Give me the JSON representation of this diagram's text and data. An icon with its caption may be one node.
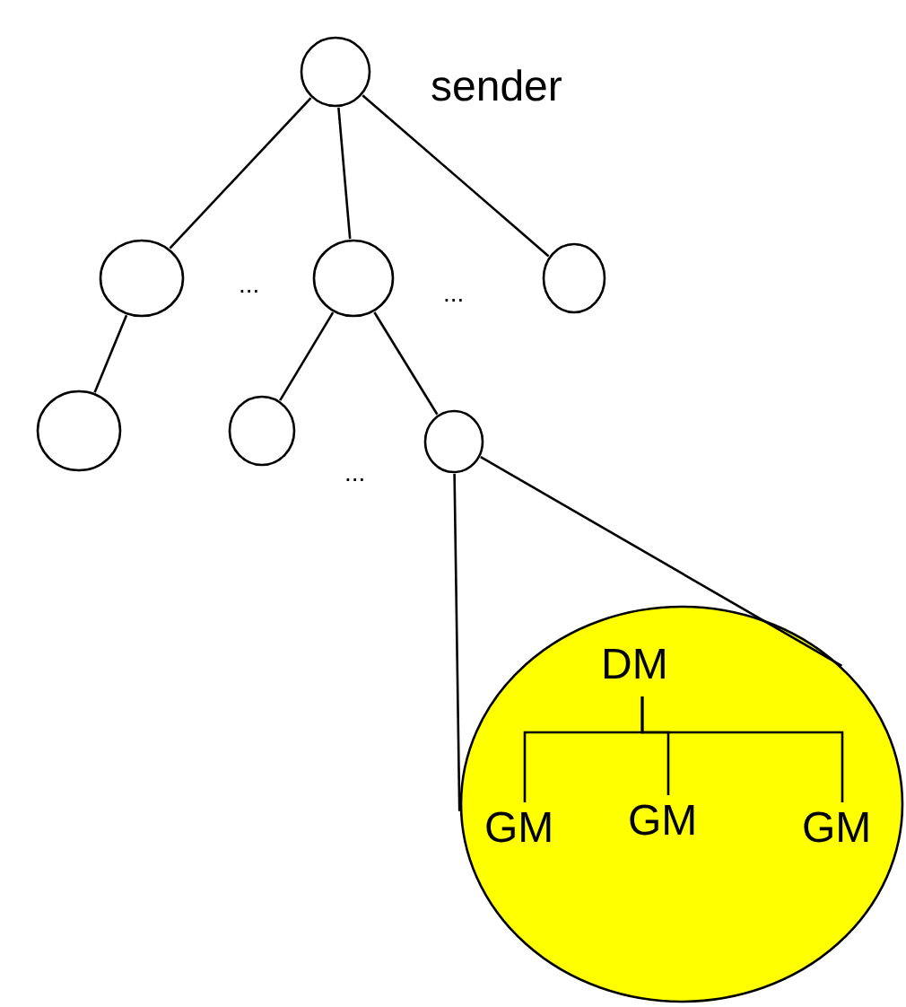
{
  "diagram": {
    "nodes": [
      {
        "text": [],
        "shape": "circle",
        "beside": [
          "sender"
        ]
      },
      {
        "text": [],
        "shape": "circle"
      },
      {
        "text": [],
        "shape": "circle"
      },
      {
        "text": [],
        "shape": "circle"
      },
      {
        "text": [],
        "shape": "circle"
      },
      {
        "text": [],
        "shape": "circle"
      },
      {
        "text": [],
        "shape": "circle"
      },
      {
        "text": [],
        "shape": "circle"
      },
      {
        "text": [
          "DM"
        ],
        "in": 7
      },
      {
        "text": [
          "GM"
        ],
        "in": 7
      },
      {
        "text": [
          "GM"
        ],
        "in": 7
      },
      {
        "text": [
          "GM"
        ],
        "in": 7
      }
    ],
    "edges": [
      {
        "from": 0,
        "to": 1,
        "arrow": "none"
      },
      {
        "from": 0,
        "to": 2,
        "arrow": "none"
      },
      {
        "from": 0,
        "to": 3,
        "arrow": "none"
      },
      {
        "from": 1,
        "to": 4,
        "arrow": "none"
      },
      {
        "from": 2,
        "to": 5,
        "arrow": "none"
      },
      {
        "from": 2,
        "to": 6,
        "arrow": "none"
      },
      {
        "from": 6,
        "to": 7,
        "arrow": "none"
      },
      {
        "from": 6,
        "to": 7,
        "arrow": "none"
      },
      {
        "from": 8,
        "to": 9,
        "arrow": "none"
      },
      {
        "from": 8,
        "to": 10,
        "arrow": "none"
      },
      {
        "from": 8,
        "to": 11,
        "arrow": "none"
      }
    ],
    "labels": [
      "...",
      "...",
      "..."
    ]
  }
}
